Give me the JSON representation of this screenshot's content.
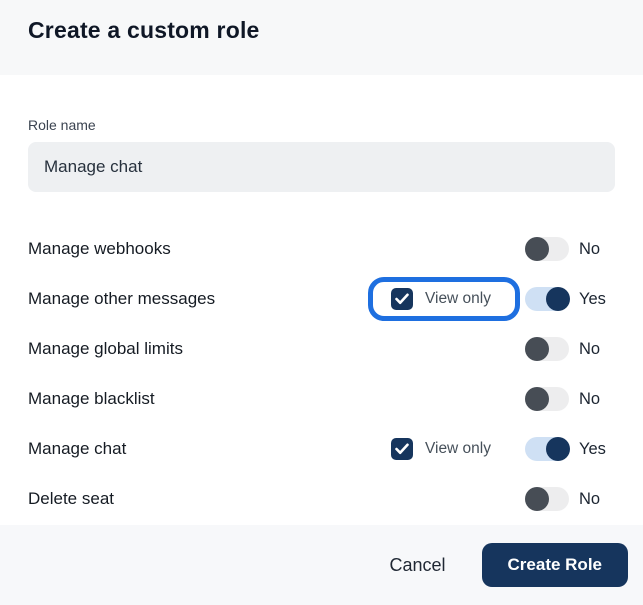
{
  "dialog": {
    "title": "Create a custom role",
    "role_name": {
      "label": "Role name",
      "value": "Manage chat"
    },
    "permissions": [
      {
        "label": "Manage webhooks",
        "state_label": "No",
        "enabled": false,
        "has_view_only": false,
        "highlighted": false
      },
      {
        "label": "Manage other messages",
        "state_label": "Yes",
        "enabled": true,
        "has_view_only": true,
        "view_only_label": "View only",
        "view_only_checked": true,
        "highlighted": true
      },
      {
        "label": "Manage global limits",
        "state_label": "No",
        "enabled": false,
        "has_view_only": false,
        "highlighted": false
      },
      {
        "label": "Manage blacklist",
        "state_label": "No",
        "enabled": false,
        "has_view_only": false,
        "highlighted": false
      },
      {
        "label": "Manage chat",
        "state_label": "Yes",
        "enabled": true,
        "has_view_only": true,
        "view_only_label": "View only",
        "view_only_checked": true,
        "highlighted": false
      },
      {
        "label": "Delete seat",
        "state_label": "No",
        "enabled": false,
        "has_view_only": false,
        "highlighted": false
      }
    ],
    "footer": {
      "cancel_label": "Cancel",
      "create_label": "Create Role"
    },
    "colors": {
      "highlight_ring": "#1e6fe0",
      "primary_navy": "#16355d",
      "toggle_off_knob": "#474d55",
      "toggle_off_track": "#ededee",
      "toggle_on_track": "#cfe0f4",
      "header_bg": "#f7f8f9",
      "footer_bg": "#f7f8fa",
      "input_bg": "#eef0f2"
    }
  }
}
